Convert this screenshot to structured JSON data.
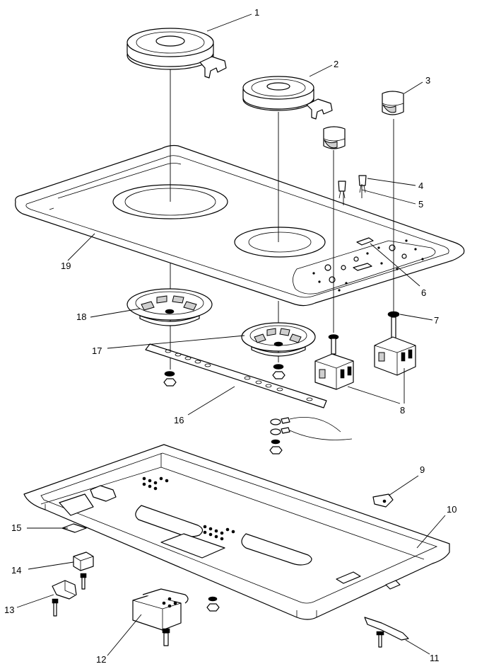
{
  "diagram": {
    "callouts": [
      {
        "id": 1,
        "label": "1"
      },
      {
        "id": 2,
        "label": "2"
      },
      {
        "id": 3,
        "label": "3"
      },
      {
        "id": 4,
        "label": "4"
      },
      {
        "id": 5,
        "label": "5"
      },
      {
        "id": 6,
        "label": "6"
      },
      {
        "id": 7,
        "label": "7"
      },
      {
        "id": 8,
        "label": "8"
      },
      {
        "id": 9,
        "label": "9"
      },
      {
        "id": 10,
        "label": "10"
      },
      {
        "id": 11,
        "label": "11"
      },
      {
        "id": 12,
        "label": "12"
      },
      {
        "id": 13,
        "label": "13"
      },
      {
        "id": 14,
        "label": "14"
      },
      {
        "id": 15,
        "label": "15"
      },
      {
        "id": 16,
        "label": "16"
      },
      {
        "id": 17,
        "label": "17"
      },
      {
        "id": 18,
        "label": "18"
      },
      {
        "id": 19,
        "label": "19"
      }
    ],
    "colors": {
      "line": "#000000",
      "background": "#ffffff"
    }
  }
}
